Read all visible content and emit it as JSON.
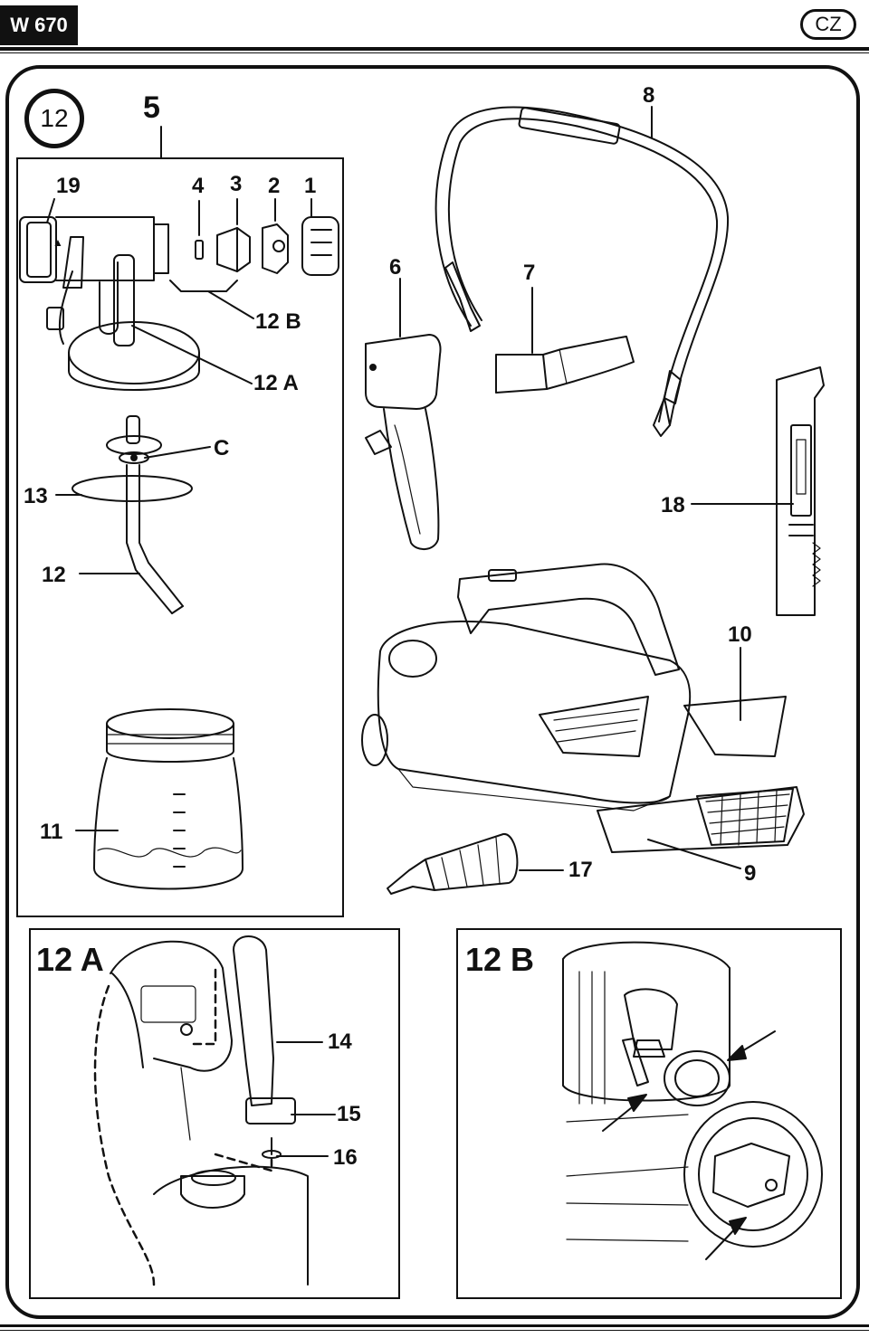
{
  "header": {
    "model": "W 670",
    "language": "CZ"
  },
  "figure": {
    "number": "12",
    "main_box_label": "5"
  },
  "parts": {
    "p19": "19",
    "p4": "4",
    "p3": "3",
    "p2": "2",
    "p1": "1",
    "p12b": "12 B",
    "p12a": "12 A",
    "pc": "C",
    "p13": "13",
    "p12": "12",
    "p11": "11",
    "p6": "6",
    "p7": "7",
    "p8": "8",
    "p18": "18",
    "p10": "10",
    "p17": "17",
    "p9": "9",
    "p14": "14",
    "p15": "15",
    "p16": "16"
  },
  "detail_a": {
    "title": "12 A"
  },
  "detail_b": {
    "title": "12 B"
  }
}
